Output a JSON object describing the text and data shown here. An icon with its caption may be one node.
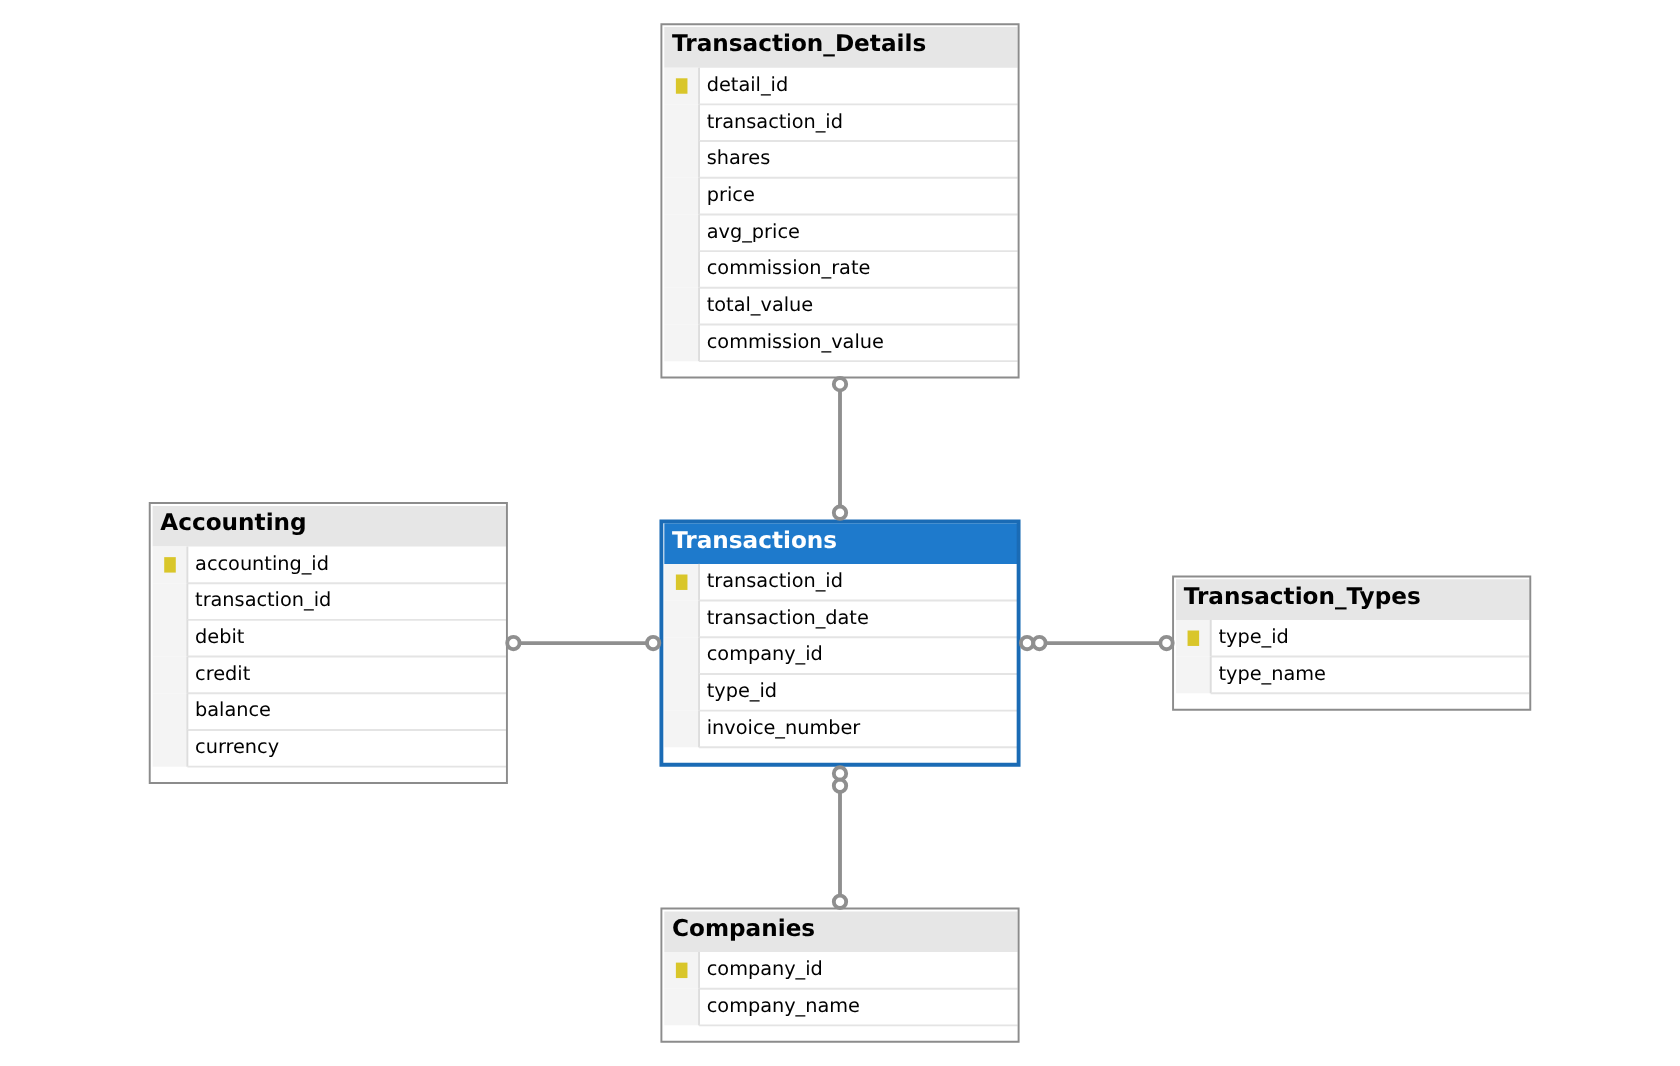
{
  "diagram": {
    "nodes": [
      {
        "text": [
          "Transaction_Details",
          "detail_id",
          "transaction_id",
          "shares",
          "price",
          "avg_price",
          "commission_rate",
          "total_value",
          "commission_value"
        ]
      },
      {
        "text": [
          "Accounting",
          "accounting_id",
          "transaction_id",
          "debit",
          "credit",
          "balance",
          "currency"
        ]
      },
      {
        "text": [
          "Transactions",
          "transaction_id",
          "transaction_date",
          "company_id",
          "type_id",
          "invoice_number"
        ]
      },
      {
        "text": [
          "Transaction_Types",
          "type_id",
          "type_name"
        ]
      },
      {
        "text": [
          "Companies",
          "company_id",
          "company_name"
        ]
      }
    ],
    "edges": [
      {
        "from": 0,
        "to": 2,
        "arrow": "other"
      },
      {
        "from": 1,
        "to": 2,
        "arrow": "other"
      },
      {
        "from": 2,
        "to": 3,
        "arrow": "other"
      },
      {
        "from": 2,
        "to": 4,
        "arrow": "other"
      }
    ]
  }
}
